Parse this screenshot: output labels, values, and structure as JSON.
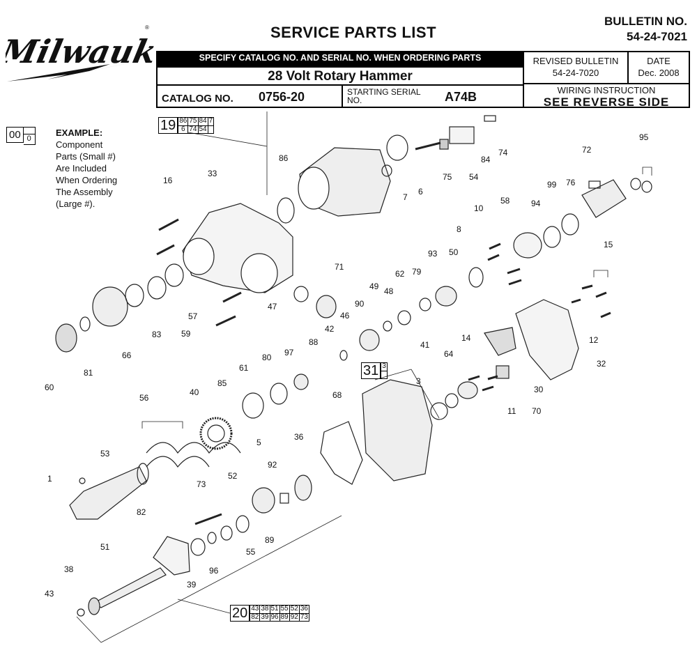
{
  "brand": "Milwaukee",
  "doc_title": "SERVICE PARTS LIST",
  "bulletin": {
    "label": "BULLETIN NO.",
    "number": "54-24-7021"
  },
  "header": {
    "specify": "SPECIFY CATALOG NO. AND SERIAL NO. WHEN ORDERING PARTS",
    "product": "28 Volt Rotary Hammer",
    "catalog_label": "CATALOG NO.",
    "catalog_value": "0756-20",
    "serial_label": "STARTING SERIAL NO.",
    "serial_value": "A74B",
    "revised_label": "REVISED BULLETIN",
    "revised_value": "54-24-7020",
    "date_label": "DATE",
    "date_value": "Dec. 2008",
    "wiring_label": "WIRING INSTRUCTION",
    "wiring_value": "SEE  REVERSE  SIDE"
  },
  "example": {
    "big": "00",
    "small": "0",
    "heading": "EXAMPLE:",
    "lines": [
      "Component",
      "Parts (Small #)",
      "Are Included",
      "When Ordering",
      "The Assembly",
      "(Large #)."
    ]
  },
  "kits": [
    {
      "number": "19",
      "row1": [
        "86",
        "75",
        "84",
        "7"
      ],
      "row2": [
        "6",
        "74",
        "54"
      ]
    },
    {
      "number": "31",
      "row1": [
        "3"
      ],
      "row2": []
    },
    {
      "number": "20",
      "row1": [
        "43",
        "38",
        "51",
        "55",
        "52",
        "36"
      ],
      "row2": [
        "82",
        "39",
        "96",
        "89",
        "92",
        "73"
      ]
    }
  ],
  "part_labels": [
    "1",
    "3",
    "5",
    "6",
    "7",
    "8",
    "10",
    "11",
    "12",
    "14",
    "15",
    "16",
    "30",
    "32",
    "33",
    "36",
    "38",
    "39",
    "40",
    "41",
    "42",
    "43",
    "46",
    "47",
    "48",
    "49",
    "50",
    "51",
    "52",
    "53",
    "54",
    "55",
    "56",
    "57",
    "58",
    "59",
    "60",
    "61",
    "62",
    "64",
    "66",
    "68",
    "70",
    "71",
    "72",
    "73",
    "74",
    "75",
    "76",
    "79",
    "80",
    "81",
    "82",
    "83",
    "84",
    "85",
    "86",
    "88",
    "89",
    "90",
    "92",
    "93",
    "94",
    "95",
    "96",
    "97",
    "99"
  ]
}
